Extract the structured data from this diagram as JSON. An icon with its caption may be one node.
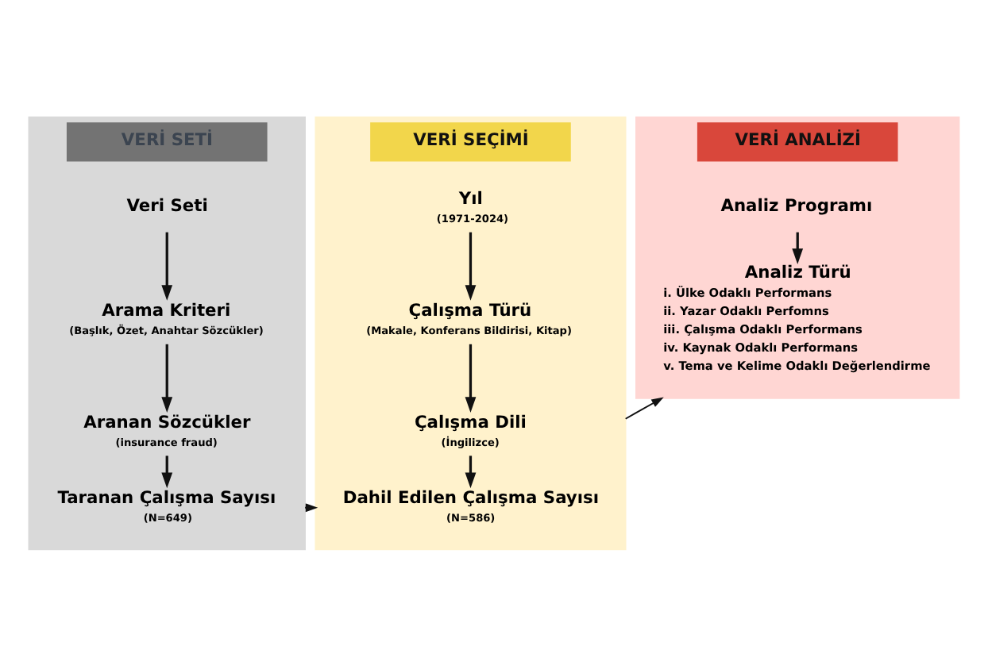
{
  "diagram": {
    "nodes": [
      {
        "text": [
          "VERİ SETİ"
        ]
      },
      {
        "text": [
          "Veri Seti"
        ],
        "in": 0
      },
      {
        "text": [
          "Arama Kriteri",
          "(Başlık, Özet, Anahtar Sözcükler)"
        ],
        "in": 0
      },
      {
        "text": [
          "Aranan Sözcükler",
          "(insurance fraud)"
        ],
        "in": 0
      },
      {
        "text": [
          "Taranan Çalışma Sayısı",
          "(N=649)"
        ],
        "in": 0
      },
      {
        "text": [
          "VERİ SEÇİMİ"
        ]
      },
      {
        "text": [
          "Yıl",
          "(1971-2024)"
        ],
        "in": 5
      },
      {
        "text": [
          "Çalışma Türü",
          "(Makale, Konferans Bildirisi, Kitap)"
        ],
        "in": 5
      },
      {
        "text": [
          "Çalışma Dili",
          "(İngilizce)"
        ],
        "in": 5
      },
      {
        "text": [
          "Dahil Edilen Çalışma Sayısı",
          "(N=586)"
        ],
        "in": 5
      },
      {
        "text": [
          "VERİ ANALİZİ"
        ]
      },
      {
        "text": [
          "Analiz Programı"
        ],
        "in": 10
      },
      {
        "text": [
          "Analiz Türü",
          "i. Ülke Odaklı Performans",
          "ii. Yazar Odaklı Perfomns",
          "iii. Çalışma Odaklı Performans",
          "iv. Kaynak Odaklı Performans",
          "v. Tema ve Kelime Odaklı Değerlendirme"
        ],
        "in": 10
      }
    ],
    "edges": [
      {
        "from": 1,
        "to": 2,
        "arrow": "to"
      },
      {
        "from": 2,
        "to": 3,
        "arrow": "to"
      },
      {
        "from": 3,
        "to": 4,
        "arrow": "to"
      },
      {
        "from": 0,
        "to": 5,
        "arrow": "to"
      },
      {
        "from": 6,
        "to": 7,
        "arrow": "to"
      },
      {
        "from": 7,
        "to": 8,
        "arrow": "to"
      },
      {
        "from": 8,
        "to": 9,
        "arrow": "to"
      },
      {
        "from": 5,
        "to": 10,
        "arrow": "to"
      },
      {
        "from": 11,
        "to": 12,
        "arrow": "to"
      }
    ]
  }
}
